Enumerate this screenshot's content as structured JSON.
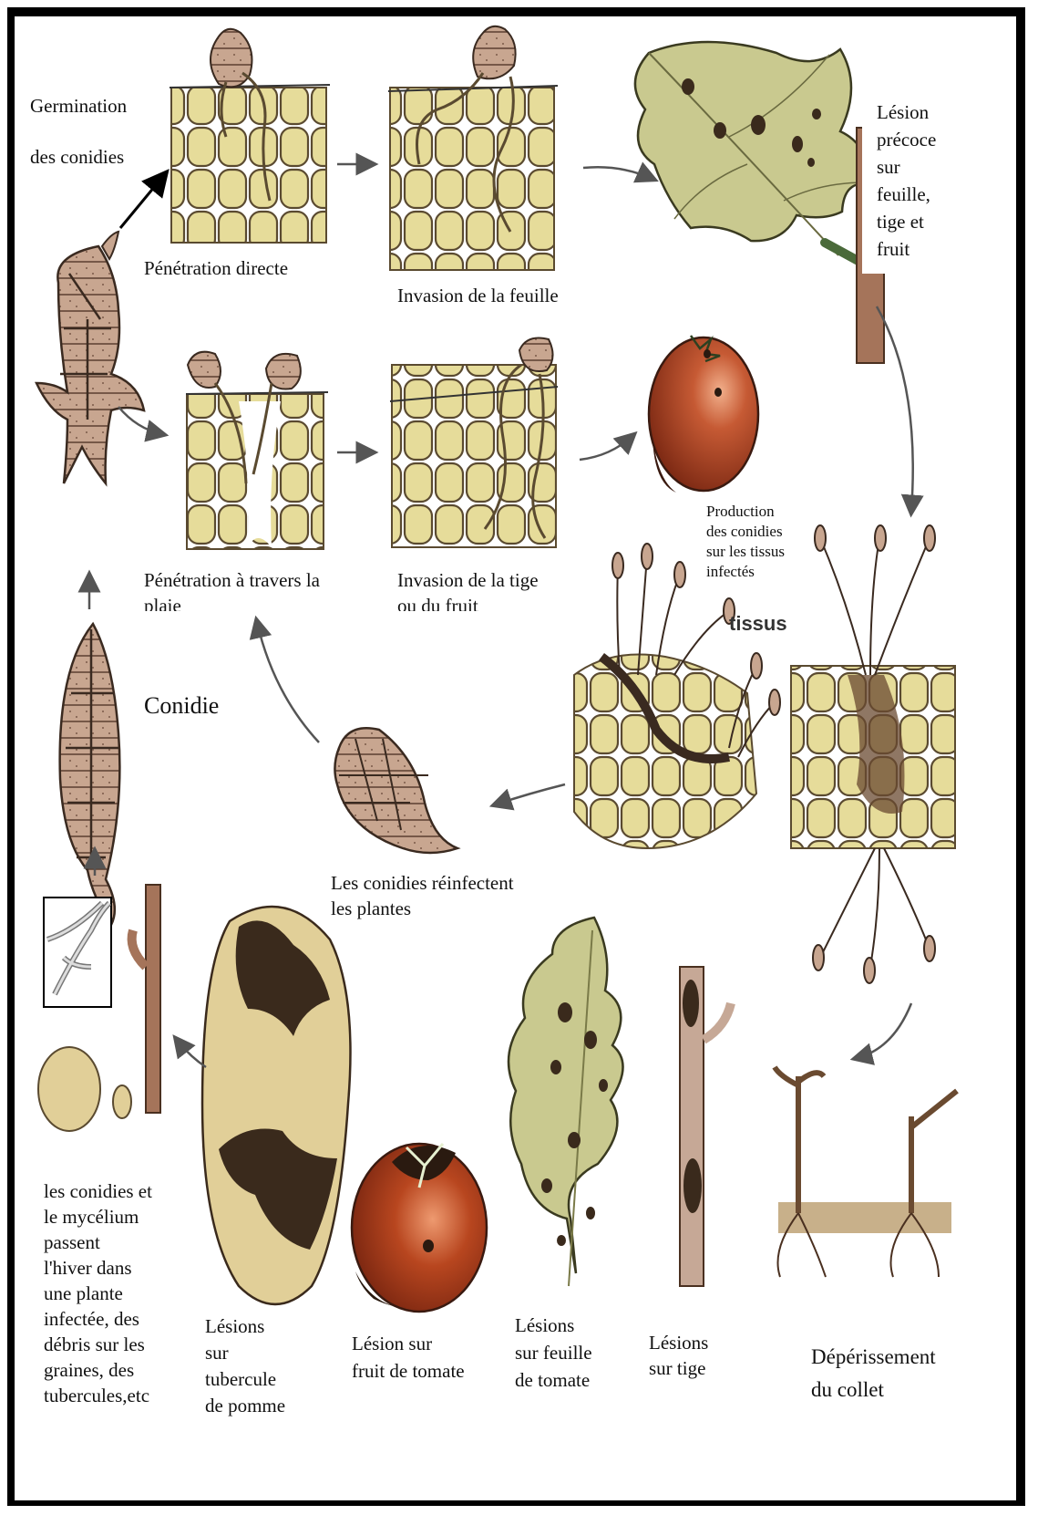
{
  "labels": {
    "germination": [
      "Germination",
      "des conidies"
    ],
    "penetration_directe": "Pénétration directe",
    "invasion_feuille": "Invasion de la feuille",
    "lesion_precoce": [
      "Lésion",
      "précoce",
      "sur",
      "feuille,",
      "tige et",
      "fruit"
    ],
    "penetration_plaie": [
      "Pénétration à travers la",
      "plaie"
    ],
    "invasion_tige": [
      "Invasion de la tige",
      "ou du fruit"
    ],
    "production": [
      "Production",
      "des conidies",
      "sur les tissus",
      "infectés"
    ],
    "tissus": "tissus",
    "conidie": "Conidie",
    "reinfection": [
      "Les conidies réinfectent",
      "les plantes"
    ],
    "hiver": [
      "les conidies et",
      "le mycélium",
      "passent",
      "l'hiver dans",
      "une plante",
      "infectée, des",
      "débris sur les",
      "graines, des",
      "tubercules,etc"
    ],
    "lesions_tubercule": [
      "Lésions",
      "sur",
      "tubercule",
      "de pomme"
    ],
    "lesion_fruit": [
      "Lésion sur",
      "fruit de tomate"
    ],
    "lesions_feuille": [
      "Lésions",
      "sur feuille",
      "de tomate"
    ],
    "lesions_tige": [
      "Lésions",
      "sur tige"
    ],
    "deperissement": [
      "Dépérissement",
      "du collet"
    ]
  },
  "colors": {
    "cell_fill": "#e6dc9a",
    "cell_stroke": "#5a4a30",
    "spore_fill": "#c8a690",
    "leaf_fill": "#c9c98f",
    "tomato": "#a23a1e",
    "potato": "#e1cf98",
    "lesion": "#3a2a1c",
    "stem": "#a5745a"
  }
}
